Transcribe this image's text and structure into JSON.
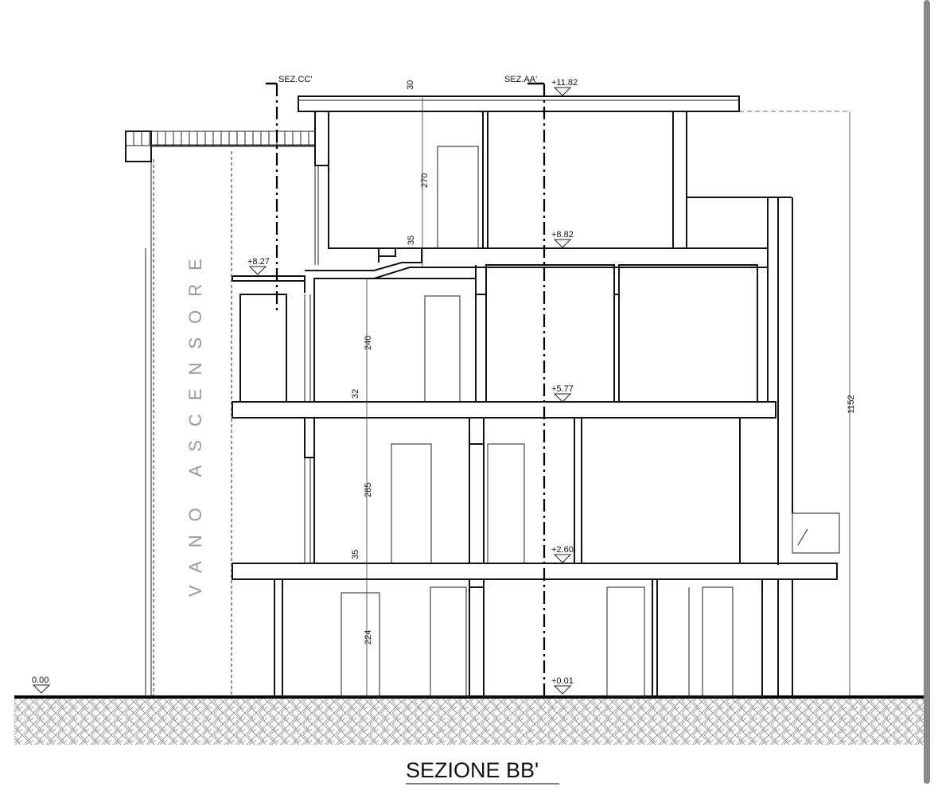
{
  "drawing": {
    "title": "SEZIONE BB'",
    "shaft_label": "VANO ASCENSORE",
    "section_markers": [
      "SEZ.CC'",
      "SEZ.AA'"
    ],
    "levels": [
      "+11.82",
      "+8.82",
      "+8.27",
      "+5.77",
      "+2.60",
      "+0.01",
      "0.00"
    ],
    "dimensions": {
      "roof_slab": "30",
      "floor3_height": "270",
      "slab3": "35",
      "floor2_height": "240",
      "slab2": "32",
      "floor1_height": "285",
      "slab1": "35",
      "ground_height": "224",
      "total_height": "1152"
    }
  }
}
